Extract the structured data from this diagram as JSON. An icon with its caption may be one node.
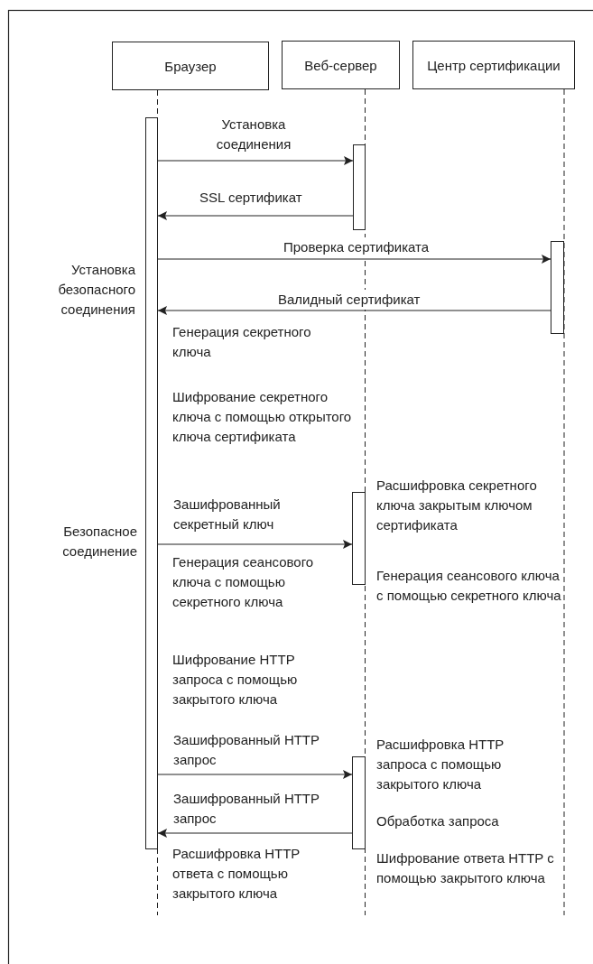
{
  "diagram": {
    "nodes": [
      {
        "text": [
          "Браузер"
        ]
      },
      {
        "text": [
          "Веб-сервер"
        ]
      },
      {
        "text": [
          "Центр сертификации"
        ]
      },
      {
        "text": [],
        "shape": "bar"
      },
      {
        "text": [],
        "shape": "bar"
      },
      {
        "text": [],
        "shape": "bar"
      },
      {
        "text": [],
        "shape": "bar"
      },
      {
        "text": [],
        "shape": "bar"
      }
    ],
    "edges": [
      {
        "from": 3,
        "to": 4,
        "arrow": "to",
        "label": "Установка соединения"
      },
      {
        "from": 4,
        "to": 3,
        "arrow": "to",
        "label": "SSL сертификат"
      },
      {
        "from": 3,
        "to": 5,
        "arrow": "to",
        "label": "Проверка сертификата"
      },
      {
        "from": 5,
        "to": 3,
        "arrow": "to",
        "label": "Валидный сертификат"
      },
      {
        "from": 3,
        "to": 6,
        "arrow": "to",
        "label": "Зашифрованный секретный ключ"
      },
      {
        "from": 3,
        "to": 7,
        "arrow": "to",
        "label": "Зашифрованный HTTP запрос"
      },
      {
        "from": 7,
        "to": 3,
        "arrow": "to",
        "label": "Зашифрованный HTTP запрос"
      }
    ],
    "labels": [
      "Установка безопасного соединения",
      "Генерация секретного ключа",
      "Шифрование секретного ключа с помощью открытого ключа сертификата",
      "Расшифровка секретного ключа закрытым ключом сертификата",
      "Безопасное соединение",
      "Генерация сеансового ключа с помощью секретного ключа",
      "Генерация сеансового ключа с помощью секретного ключа",
      "Шифрование HTTP запроса с помощью закрытого ключа",
      "Расшифровка HTTP запроса с помощью закрытого ключа",
      "Обработка запроса",
      "Расшифровка HTTP ответа с помощью закрытого ключа",
      "Шифрование ответа HTTP с помощью закрытого ключа"
    ]
  }
}
